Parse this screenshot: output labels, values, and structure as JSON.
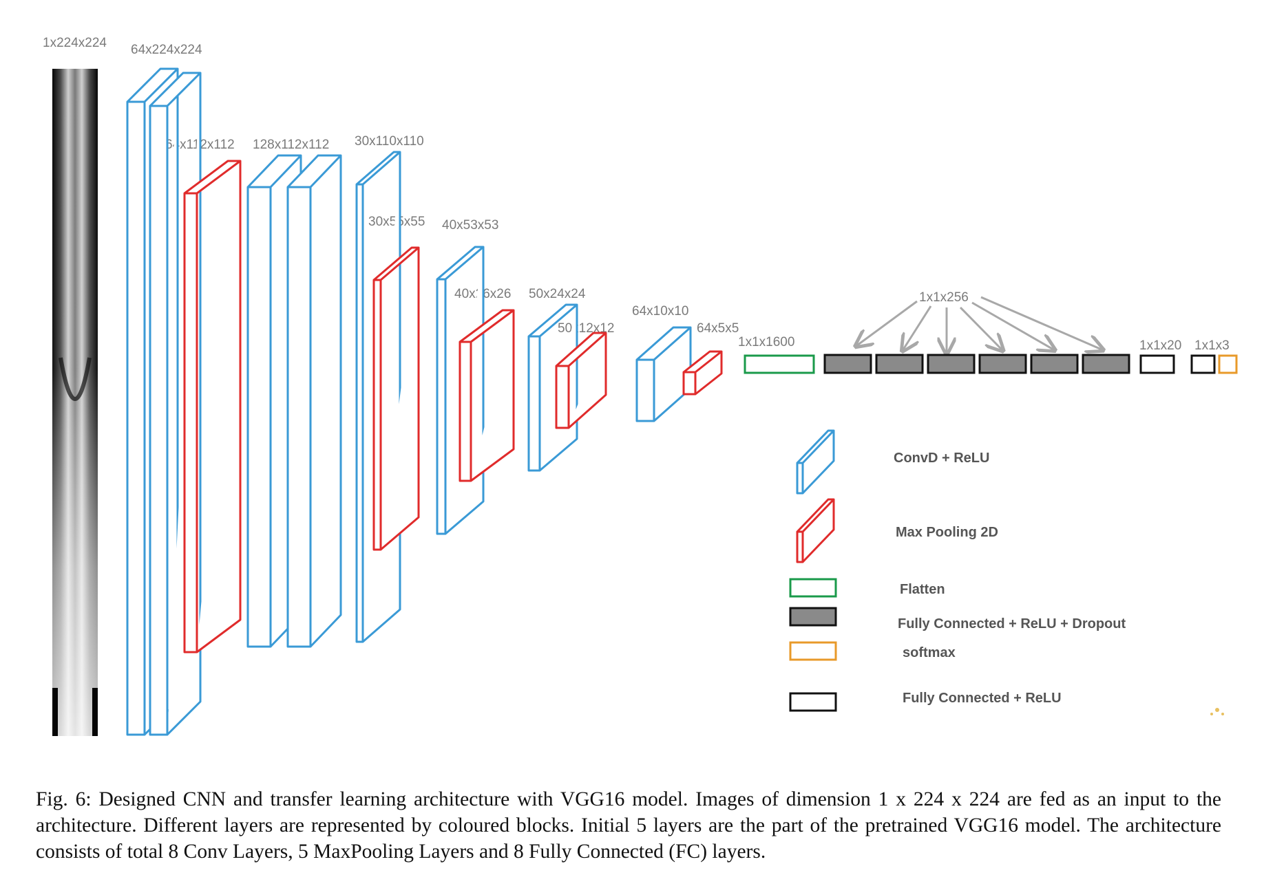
{
  "colors": {
    "conv": "#3a9ad6",
    "pool": "#e02b2b",
    "flatten": "#1a9a4a",
    "fc_dropout_fill": "#8a8a8a",
    "softmax": "#e89a2a",
    "fc": "#111111",
    "arrow": "#a8a8a8",
    "label": "#7a7a7a"
  },
  "dims": {
    "input": "1x224x224",
    "conv1": "64x224x224",
    "pool1": "64x112x112",
    "conv2": "128x112x112",
    "conv3": "30x110x110",
    "pool2": "30x55x55",
    "conv4": "40x53x53",
    "pool3": "40x26x26",
    "conv5": "50x24x24",
    "pool4": "50x12x12",
    "conv6": "64x10x10",
    "pool5": "64x5x5",
    "flatten": "1x1x1600",
    "fc256": "1x1x256",
    "fc20": "1x1x20",
    "fc3": "1x1x3"
  },
  "legend": {
    "conv": "ConvD + ReLU",
    "pool": "Max Pooling 2D",
    "flatten": "Flatten",
    "fc_dropout": "Fully Connected + ReLU + Dropout",
    "softmax": "softmax",
    "fc": "Fully Connected + ReLU"
  },
  "caption": {
    "fig_label": "Fig. 6:",
    "text": "Designed CNN and transfer learning architecture with VGG16 model. Images of dimension 1 x 224 x 224 are fed as an input to the architecture. Different layers are represented by coloured blocks. Initial 5 layers are the part of the pretrained VGG16 model. The architecture consists of total 8 Conv Layers, 5 MaxPooling Layers and 8 Fully Connected (FC) layers."
  }
}
